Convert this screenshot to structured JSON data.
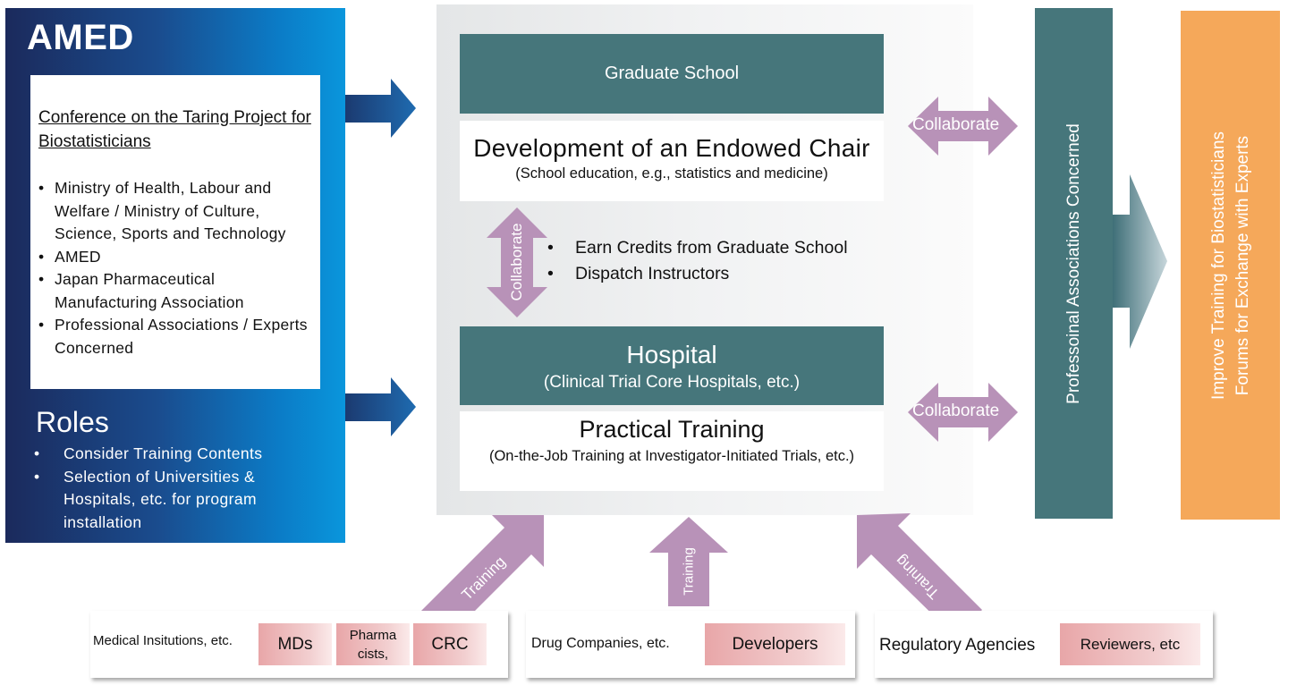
{
  "amed": {
    "title": "AMED",
    "conference_title": "Conference on the Taring Project for Biostatisticians",
    "conference_members": [
      "Ministry of Health, Labour and Welfare / Ministry of Culture, Science, Sports and Technology",
      "AMED",
      "Japan Pharmaceutical Manufacturing Association",
      "Professional Associations / Experts Concerned"
    ],
    "roles_title": "Roles",
    "roles": [
      "Consider Training Contents",
      "Selection of Universities & Hospitals, etc. for program installation"
    ]
  },
  "center": {
    "graduate_school": "Graduate School",
    "endowed_chair_title": "Development of an Endowed Chair",
    "endowed_chair_sub": "(School education, e.g., statistics and medicine)",
    "middle_bullets": [
      "Earn Credits from Graduate School",
      "Dispatch Instructors"
    ],
    "hospital_title": "Hospital",
    "hospital_sub": "(Clinical Trial Core Hospitals, etc.)",
    "practical_title": "Practical Training",
    "practical_sub": "(On-the-Job Training at Investigator-Initiated Trials, etc.)"
  },
  "arrows": {
    "collaborate": "Collaborate",
    "training": "Training"
  },
  "professional_associations": "Professoinal Associations Concerned",
  "improve": {
    "line1": "Improve Training for Biostatisticians",
    "line2": "Forums for Exchange with Experts"
  },
  "bottom": {
    "medical": {
      "label": "Medical Insitutions, etc.",
      "tags": [
        "MDs",
        "Pharma cists,",
        "CRC"
      ]
    },
    "drug": {
      "label": "Drug Companies, etc.",
      "tags": [
        "Developers"
      ]
    },
    "regulatory": {
      "label": "Regulatory Agencies",
      "tags": [
        "Reviewers, etc"
      ]
    }
  },
  "colors": {
    "teal": "#46767b",
    "orange": "#f5a85a",
    "purple_arrow": "#b892b8",
    "blue_arrow": "#1d5c9a"
  }
}
